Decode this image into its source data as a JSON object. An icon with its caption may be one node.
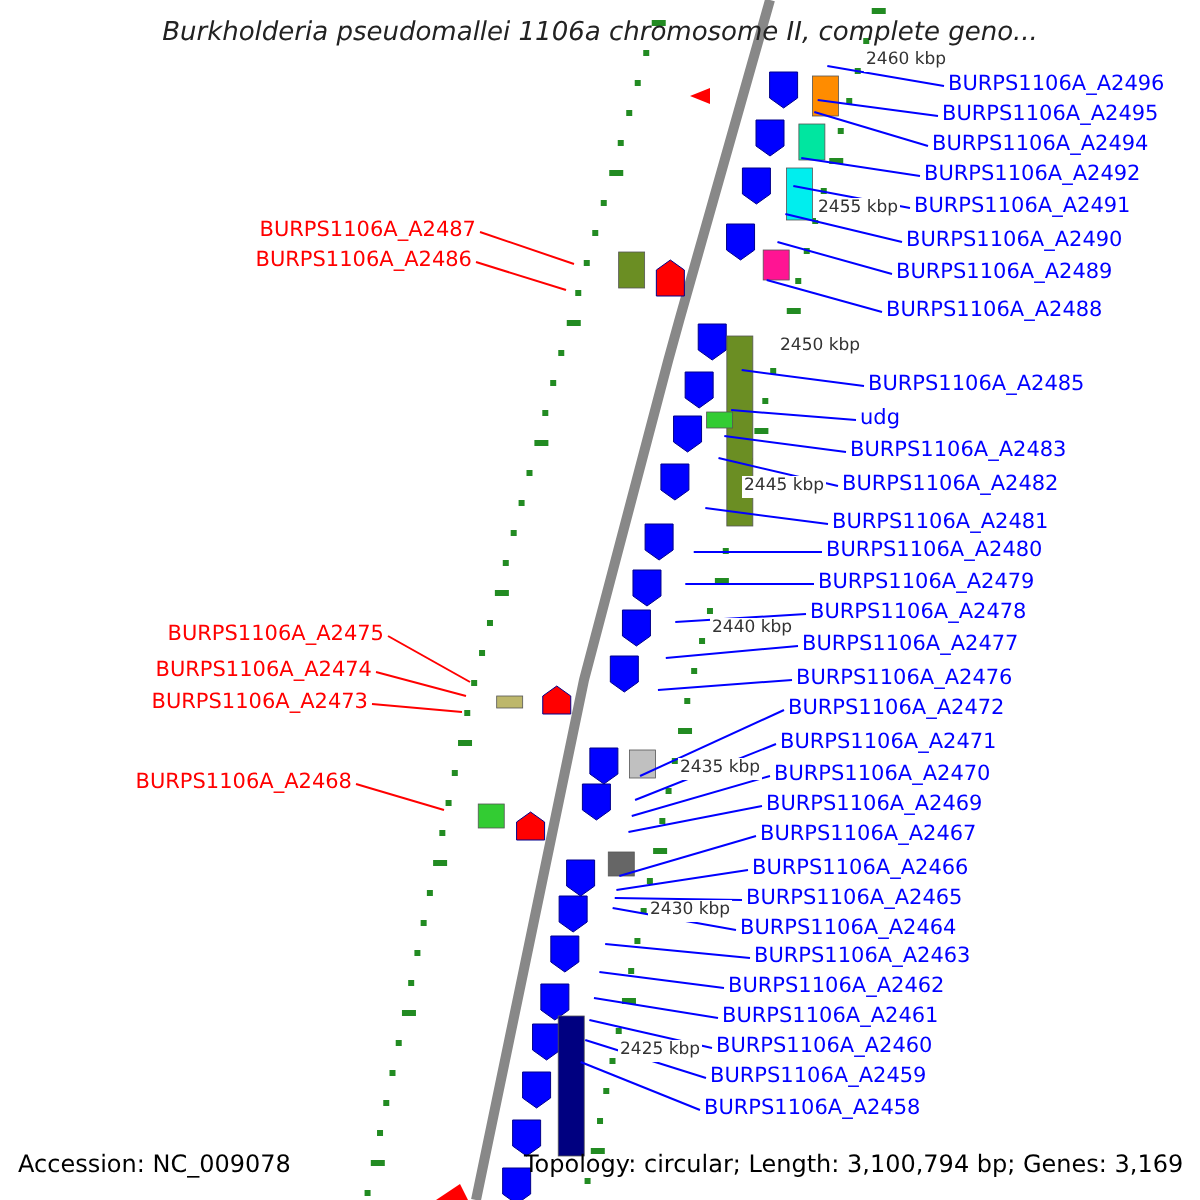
{
  "diagram": {
    "title": "Burkholderia pseudomallei 1106a chromosome II, complete geno...",
    "nodes": [
      {
        "text": [
          "BURPS1106A_A2496"
        ]
      },
      {
        "text": [
          "BURPS1106A_A2495"
        ]
      },
      {
        "text": [
          "BURPS1106A_A2494"
        ]
      },
      {
        "text": [
          "BURPS1106A_A2492"
        ]
      },
      {
        "text": [
          "BURPS1106A_A2491"
        ]
      },
      {
        "text": [
          "BURPS1106A_A2490"
        ]
      },
      {
        "text": [
          "BURPS1106A_A2489"
        ]
      },
      {
        "text": [
          "BURPS1106A_A2488"
        ]
      },
      {
        "text": [
          "BURPS1106A_A2485"
        ]
      },
      {
        "text": [
          "udg"
        ]
      },
      {
        "text": [
          "BURPS1106A_A2483"
        ]
      },
      {
        "text": [
          "BURPS1106A_A2482"
        ]
      },
      {
        "text": [
          "BURPS1106A_A2481"
        ]
      },
      {
        "text": [
          "BURPS1106A_A2480"
        ]
      },
      {
        "text": [
          "BURPS1106A_A2479"
        ]
      },
      {
        "text": [
          "BURPS1106A_A2478"
        ]
      },
      {
        "text": [
          "BURPS1106A_A2477"
        ]
      },
      {
        "text": [
          "BURPS1106A_A2476"
        ]
      },
      {
        "text": [
          "BURPS1106A_A2472"
        ]
      },
      {
        "text": [
          "BURPS1106A_A2471"
        ]
      },
      {
        "text": [
          "BURPS1106A_A2470"
        ]
      },
      {
        "text": [
          "BURPS1106A_A2469"
        ]
      },
      {
        "text": [
          "BURPS1106A_A2467"
        ]
      },
      {
        "text": [
          "BURPS1106A_A2466"
        ]
      },
      {
        "text": [
          "BURPS1106A_A2465"
        ]
      },
      {
        "text": [
          "BURPS1106A_A2464"
        ]
      },
      {
        "text": [
          "BURPS1106A_A2463"
        ]
      },
      {
        "text": [
          "BURPS1106A_A2462"
        ]
      },
      {
        "text": [
          "BURPS1106A_A2461"
        ]
      },
      {
        "text": [
          "BURPS1106A_A2460"
        ]
      },
      {
        "text": [
          "BURPS1106A_A2459"
        ]
      },
      {
        "text": [
          "BURPS1106A_A2458"
        ]
      },
      {
        "text": [
          "BURPS1106A_A2487"
        ]
      },
      {
        "text": [
          "BURPS1106A_A2486"
        ]
      },
      {
        "text": [
          "BURPS1106A_A2475"
        ]
      },
      {
        "text": [
          "BURPS1106A_A2474"
        ]
      },
      {
        "text": [
          "BURPS1106A_A2473"
        ]
      },
      {
        "text": [
          "BURPS1106A_A2468"
        ]
      }
    ],
    "edges": [
      {
        "from": 0,
        "to": null,
        "arrow": "none"
      },
      {
        "from": 1,
        "to": null,
        "arrow": "none"
      },
      {
        "from": 2,
        "to": null,
        "arrow": "none"
      },
      {
        "from": 3,
        "to": null,
        "arrow": "none"
      },
      {
        "from": 4,
        "to": null,
        "arrow": "none"
      },
      {
        "from": 5,
        "to": null,
        "arrow": "none"
      },
      {
        "from": 6,
        "to": null,
        "arrow": "none"
      },
      {
        "from": 7,
        "to": null,
        "arrow": "none"
      },
      {
        "from": 8,
        "to": null,
        "arrow": "none"
      },
      {
        "from": 9,
        "to": null,
        "arrow": "none"
      },
      {
        "from": 10,
        "to": null,
        "arrow": "none"
      },
      {
        "from": 11,
        "to": null,
        "arrow": "none"
      },
      {
        "from": 12,
        "to": null,
        "arrow": "none"
      },
      {
        "from": 13,
        "to": null,
        "arrow": "none"
      },
      {
        "from": 14,
        "to": null,
        "arrow": "none"
      },
      {
        "from": 15,
        "to": null,
        "arrow": "none"
      },
      {
        "from": 16,
        "to": null,
        "arrow": "none"
      },
      {
        "from": 17,
        "to": null,
        "arrow": "none"
      },
      {
        "from": 18,
        "to": null,
        "arrow": "none"
      },
      {
        "from": 19,
        "to": null,
        "arrow": "none"
      },
      {
        "from": 20,
        "to": null,
        "arrow": "none"
      },
      {
        "from": 21,
        "to": null,
        "arrow": "none"
      },
      {
        "from": 22,
        "to": null,
        "arrow": "none"
      },
      {
        "from": 23,
        "to": null,
        "arrow": "none"
      },
      {
        "from": 24,
        "to": null,
        "arrow": "none"
      },
      {
        "from": 25,
        "to": null,
        "arrow": "none"
      },
      {
        "from": 26,
        "to": null,
        "arrow": "none"
      },
      {
        "from": 27,
        "to": null,
        "arrow": "none"
      },
      {
        "from": 28,
        "to": null,
        "arrow": "none"
      },
      {
        "from": 29,
        "to": null,
        "arrow": "none"
      },
      {
        "from": 30,
        "to": null,
        "arrow": "none"
      },
      {
        "from": 31,
        "to": null,
        "arrow": "none"
      },
      {
        "from": 32,
        "to": null,
        "arrow": "none",
        "color": "#ff0000"
      },
      {
        "from": 33,
        "to": null,
        "arrow": "none",
        "color": "#ff0000"
      },
      {
        "from": 34,
        "to": null,
        "arrow": "none",
        "color": "#ff0000"
      },
      {
        "from": 35,
        "to": null,
        "arrow": "none",
        "color": "#ff0000"
      },
      {
        "from": 36,
        "to": null,
        "arrow": "none",
        "color": "#ff0000"
      },
      {
        "from": 37,
        "to": null,
        "arrow": "none",
        "color": "#ff0000"
      }
    ],
    "labels": [
      "2460 kbp",
      "2455 kbp",
      "2450 kbp",
      "2445 kbp",
      "2440 kbp",
      "2435 kbp",
      "2430 kbp",
      "2425 kbp",
      "Accession: NC_009078",
      "Topology: circular; Length: 3,100,794 bp; Genes: 3,169"
    ]
  }
}
